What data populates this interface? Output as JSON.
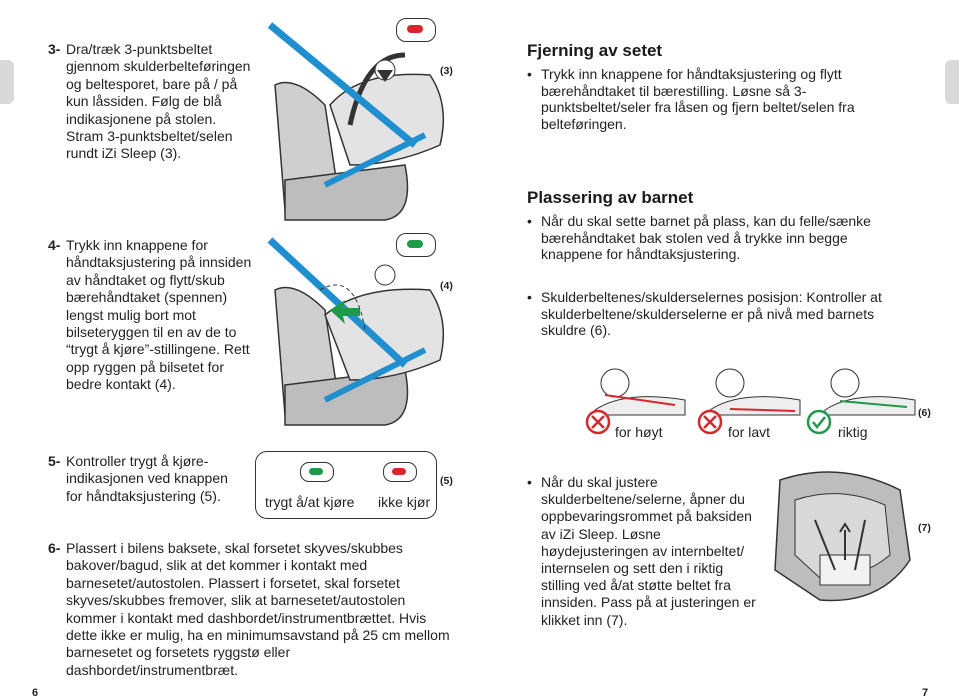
{
  "left": {
    "steps": [
      {
        "num": "3-",
        "text": "Dra/træk 3-punktsbeltet gjennom skulderbelteføringen og beltesporet, bare på / på kun låssiden. Følg de blå indikasjonene på stolen. Stram 3-punktsbeltet/selen rundt iZi Sleep (3)."
      },
      {
        "num": "4-",
        "text": "Trykk inn knappene for håndtaksjustering på innsiden av håndtaket og flytt/skub bærehåndtaket (spennen) lengst mulig bort mot bilseteryggen til en av de to “trygt å kjøre”-stillingene. Rett opp ryggen på bilsetet for bedre kontakt (4)."
      },
      {
        "num": "5-",
        "text": "Kontroller trygt å kjøre-indikasjonen ved knappen for håndtaksjustering (5)."
      },
      {
        "num": "6-",
        "text": "Plassert i bilens baksete, skal forsetet skyves/skubbes bakover/bagud, slik at det kommer i kontakt med barnesetet/autostolen. Plassert i forsetet, skal forsetet skyves/skubbes fremover, slik at barnesetet/autostolen kommer i kontakt med dashbordet/instrumentbrættet. Hvis dette ikke er mulig, ha en minimumsavstand på 25 cm mellom barnesetet og forsetets ryggstø eller dashbordet/instrumentbræt."
      }
    ],
    "fig3": "(3)",
    "fig4": "(4)",
    "fig5": "(5)",
    "safe_label": "trygt å/at kjøre",
    "unsafe_label": "ikke kjør",
    "page_number": "6"
  },
  "right": {
    "removal": {
      "title": "Fjerning av setet",
      "bullets": [
        "Trykk inn knappene for håndtaksjustering og flytt bærehåndtaket til bærestilling. Løsne så 3-punktsbeltet/seler fra låsen og fjern beltet/selen fra belteføringen."
      ]
    },
    "placement": {
      "title": "Plassering av barnet",
      "bullets": [
        "Når du skal sette barnet på plass, kan du felle/sænke bærehåndtaket bak stolen ved å trykke inn begge knappene for håndtaksjustering.",
        "Skulderbeltenes/skulderselernes posisjon: Kontroller at skulderbeltene/skulderselerne er på nivå med barnets skuldre (6)."
      ]
    },
    "fig6": "(6)",
    "harness_labels": [
      "for høyt",
      "for lavt",
      "riktig"
    ],
    "adjust_bullet": "Når du skal justere skulderbeltene/selerne, åpner du oppbevaringsrommet på baksiden av iZi Sleep. Løsne høydejusteringen av internbeltet/ internselen og sett den i riktig stilling ved å/at støtte beltet fra innsiden. Pass på at justeringen er klikket inn (7).",
    "fig7": "(7)",
    "page_number": "7"
  },
  "colors": {
    "belt_blue": "#1f8fcf",
    "safe_green": "#1e9a4a",
    "unsafe_red": "#d8262f",
    "seat_gray": "#cfcfcf"
  }
}
